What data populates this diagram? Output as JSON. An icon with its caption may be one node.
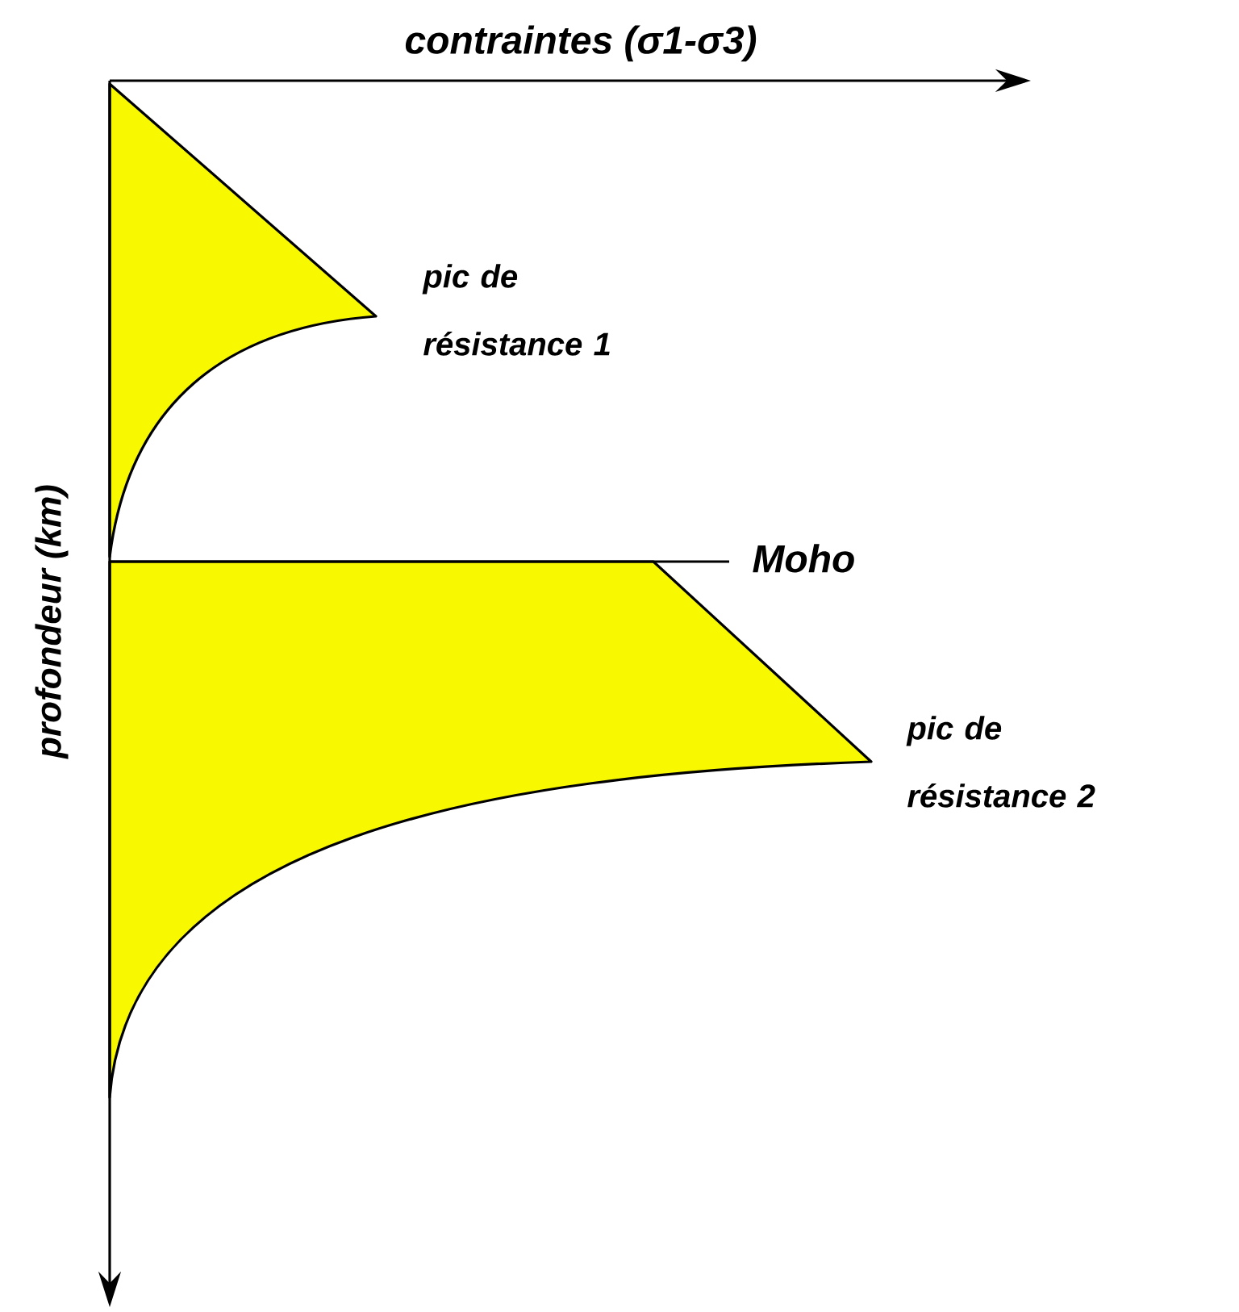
{
  "diagram": {
    "labels": [
      "contraintes (σ1-σ3)",
      "pic de résistance 1",
      "profondeur (km)",
      "Moho",
      "pic de résistance 2"
    ]
  }
}
